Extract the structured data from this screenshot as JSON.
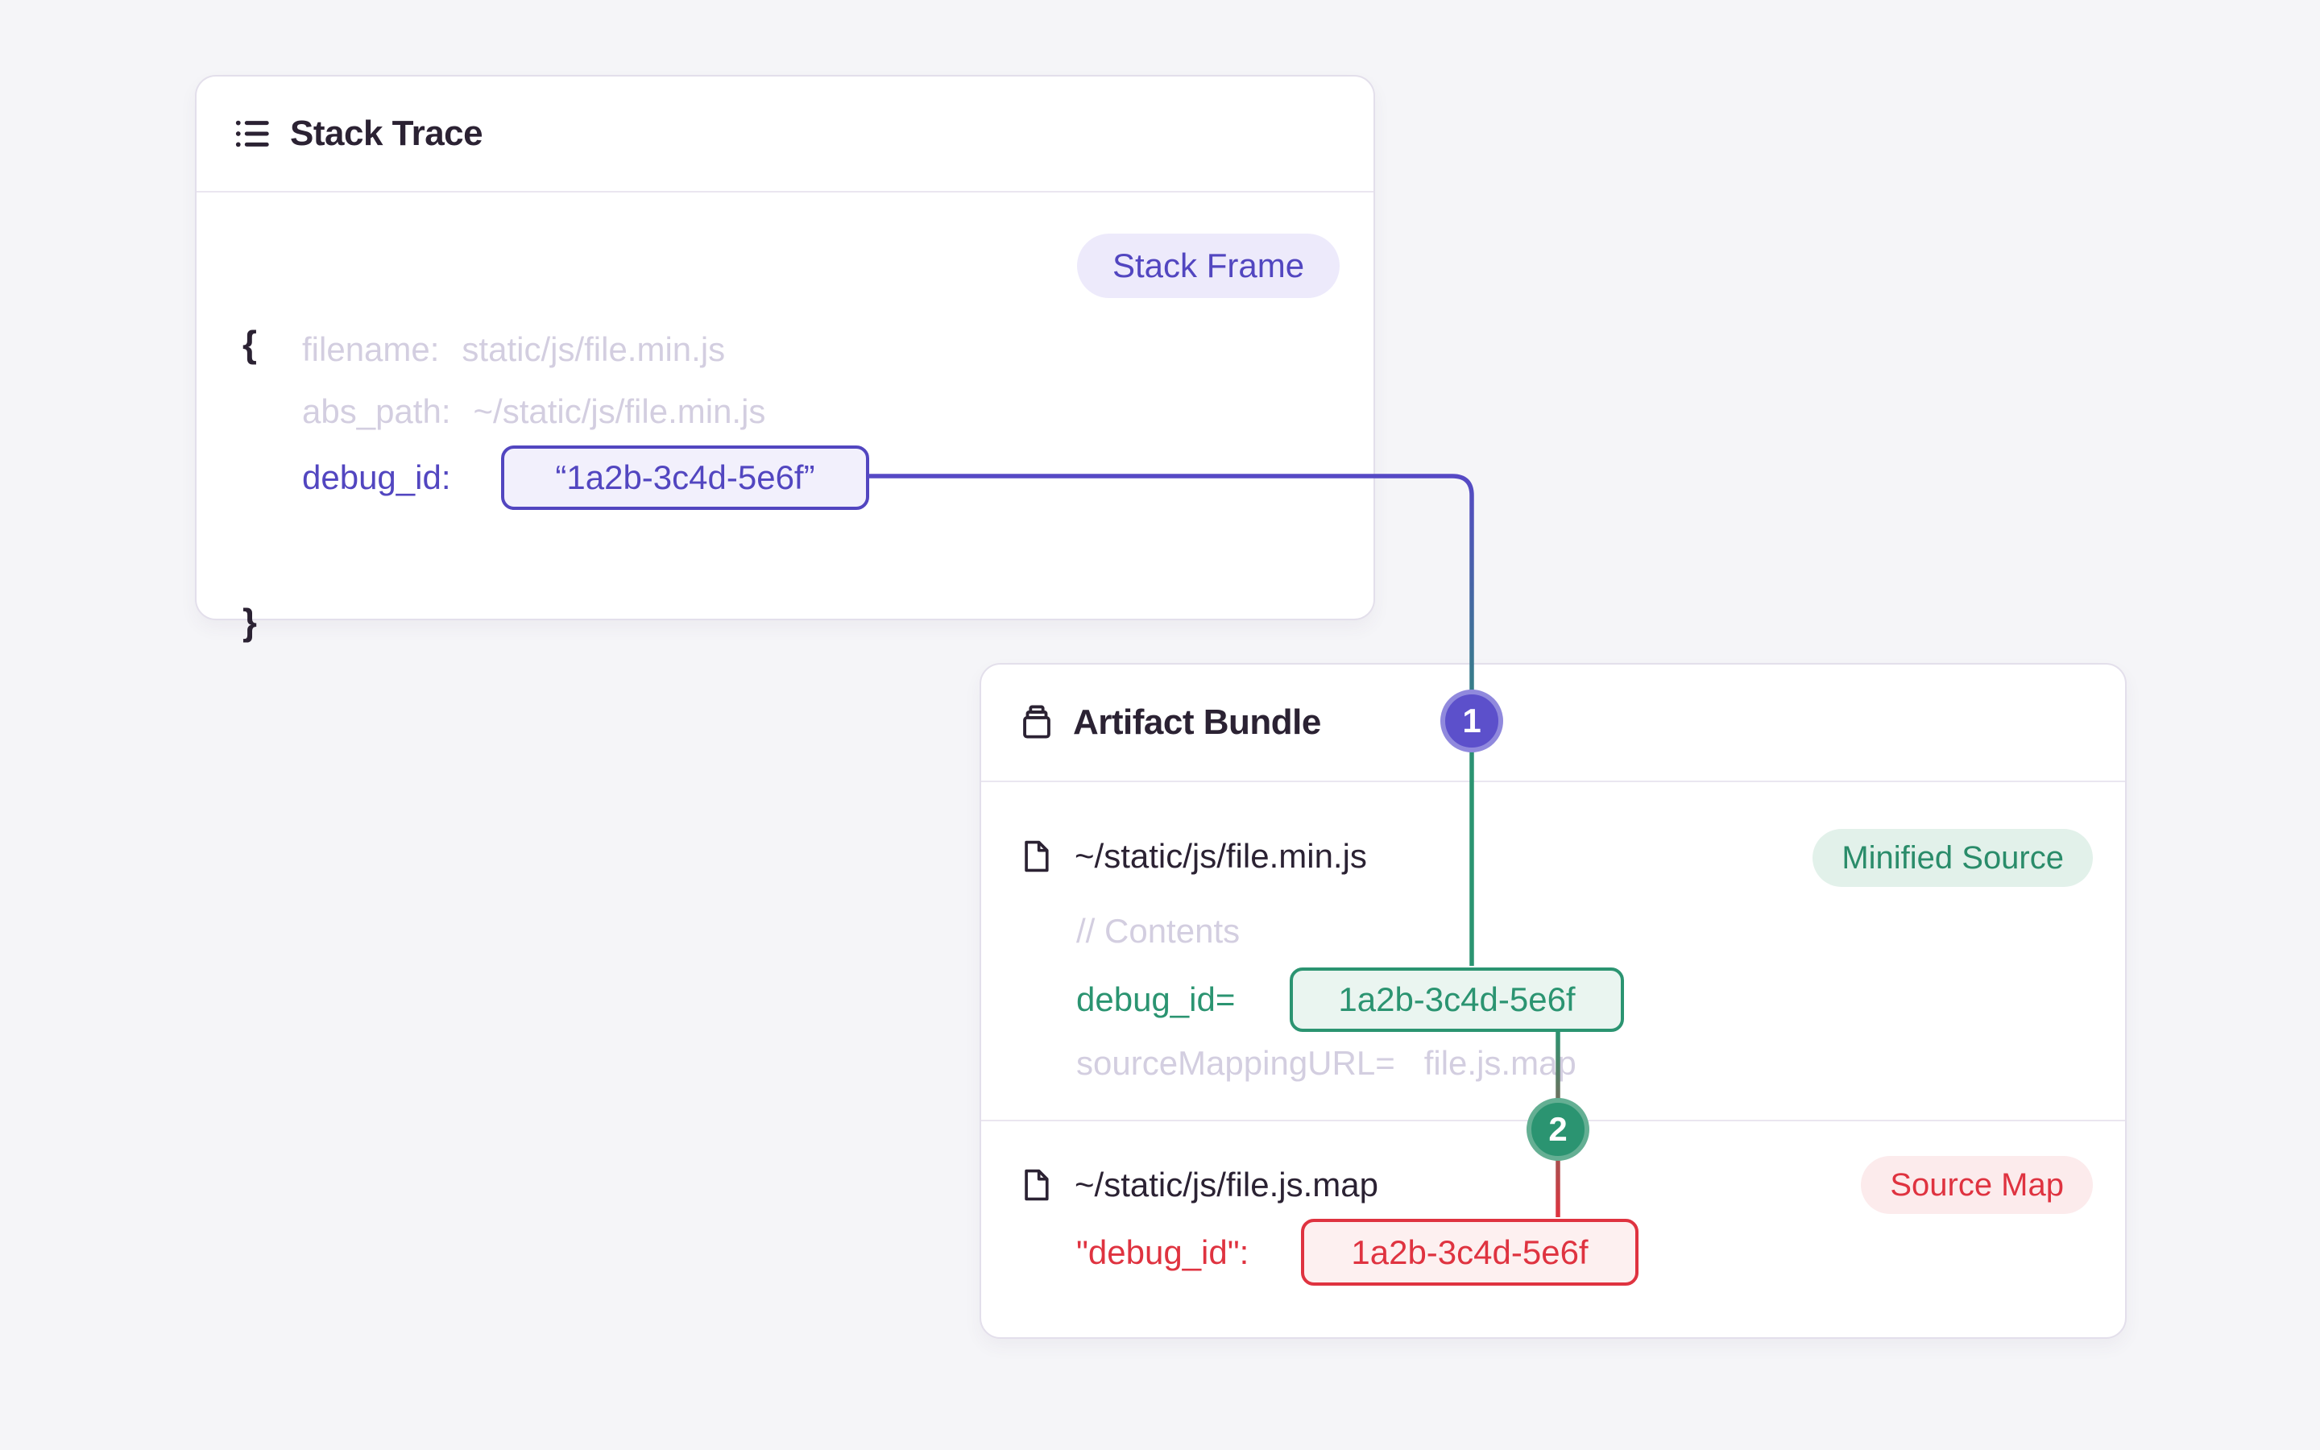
{
  "stack_trace": {
    "title": "Stack Trace",
    "badge": "Stack Frame",
    "open_brace": "{",
    "close_brace": "}",
    "fields": {
      "filename_label": "filename:",
      "filename_value": "static/js/file.min.js",
      "abs_path_label": "abs_path:",
      "abs_path_value": "~/static/js/file.min.js",
      "debug_id_label": "debug_id:",
      "debug_id_value": "“1a2b-3c4d-5e6f”"
    }
  },
  "artifact_bundle": {
    "title": "Artifact Bundle",
    "files": [
      {
        "path": "~/static/js/file.min.js",
        "tag": "Minified Source",
        "comment": "// Contents",
        "debug_id_label": "debug_id=",
        "debug_id_value": "1a2b-3c4d-5e6f",
        "mapping_label": "sourceMappingURL=",
        "mapping_value": "file.js.map"
      },
      {
        "path": "~/static/js/file.js.map",
        "tag": "Source Map",
        "debug_id_label": "\"debug_id\":",
        "debug_id_value": "1a2b-3c4d-5e6f"
      }
    ]
  },
  "connectors": [
    {
      "label": "1",
      "from": "stack_trace.debug_id",
      "to": "artifact_bundle.files.0.debug_id"
    },
    {
      "label": "2",
      "from": "artifact_bundle.files.0.debug_id",
      "to": "artifact_bundle.files.1.debug_id"
    }
  ],
  "icons": {
    "stack_trace_header": "list-icon",
    "artifact_bundle_header": "archive-stack-icon",
    "file_rows": "file-icon"
  },
  "colors": {
    "page_bg": "#f5f5f8",
    "card_bg": "#ffffff",
    "card_border": "#e3dfeb",
    "dark_text": "#2b2233",
    "muted_text": "#d3cee0",
    "accent_purple": "#5246c0",
    "accent_green": "#2b9471",
    "accent_red": "#df3340",
    "badge1_fill": "#5c50cb",
    "badge2_fill": "#2b9471"
  }
}
